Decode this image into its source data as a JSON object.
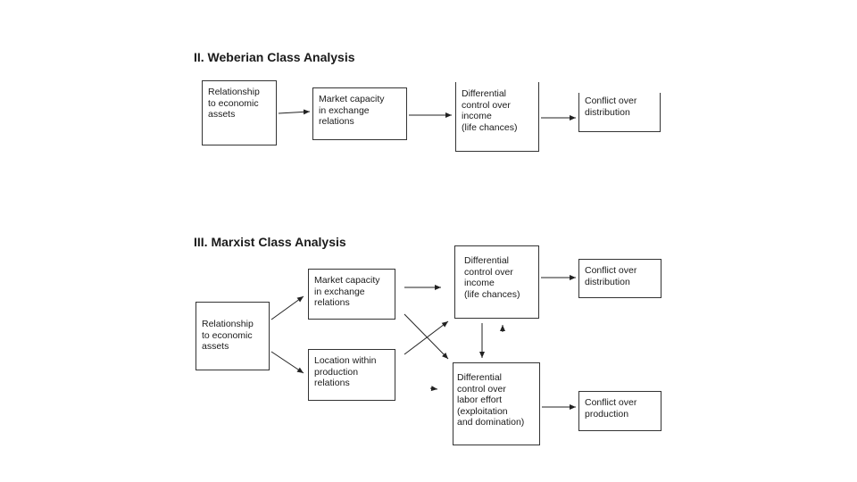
{
  "weberian": {
    "title": "II. Weberian Class Analysis",
    "boxes": {
      "relationship": [
        "Relationship",
        "to economic",
        "assets"
      ],
      "market": [
        "Market capacity",
        "in exchange",
        "relations"
      ],
      "income": [
        "Differential",
        "control over",
        "income",
        "(life chances)"
      ],
      "conflict": [
        "Conflict over",
        "distribution"
      ]
    }
  },
  "marxist": {
    "title": "III. Marxist Class Analysis",
    "boxes": {
      "relationship": [
        "Relationship",
        "to economic",
        "assets"
      ],
      "market": [
        "Market capacity",
        "in exchange",
        "relations"
      ],
      "location": [
        "Location within",
        "production",
        "relations"
      ],
      "income": [
        "Differential",
        "control over",
        "income",
        "(life chances)"
      ],
      "labor": [
        "Differential",
        "control over",
        "labor effort",
        "(exploitation",
        "and domination)"
      ],
      "conflict_distribution": [
        "Conflict over",
        "distribution"
      ],
      "conflict_production": [
        "Conflict over",
        "production"
      ]
    }
  }
}
